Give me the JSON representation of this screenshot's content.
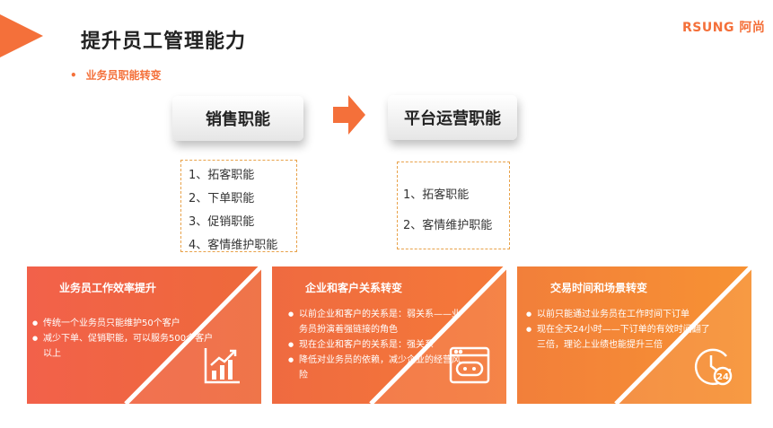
{
  "header": {
    "title": "提升员工管理能力",
    "logo_text": "RSUNG 阿尚",
    "accent_color": "#f4703a"
  },
  "section": {
    "bullet": "•",
    "subtitle": "业务员职能转变"
  },
  "roles": {
    "from": "销售职能",
    "to": "平台运营职能",
    "arrow_icon": "right-arrow-icon"
  },
  "duties": {
    "from": [
      "1、拓客职能",
      "2、下单职能",
      "3、促销职能",
      "4、客情维护职能"
    ],
    "to": [
      "1、拓客职能",
      "2、客情维护职能"
    ]
  },
  "cards": [
    {
      "title": "业务员工作效率提升",
      "icon": "bar-chart-growth-icon",
      "items": [
        "传统一个业务员只能维护50个客户",
        "减少下单、促销职能，可以服务500个客户以上"
      ]
    },
    {
      "title": "企业和客户关系转变",
      "icon": "browser-link-icon",
      "items": [
        "以前企业和客户的关系是：弱关系——业务员扮演着强链接的角色",
        "现在企业和客户的关系是：强关系",
        "降低对业务员的依赖，减少企业的经营风险"
      ]
    },
    {
      "title": "交易时间和场景转变",
      "icon": "clock-24-icon",
      "items": [
        "以前只能通过业务员在工作时间下订单",
        "现在全天24小时——下订单的有效时间翻了三倍，理论上业绩也能提升三倍"
      ]
    }
  ]
}
